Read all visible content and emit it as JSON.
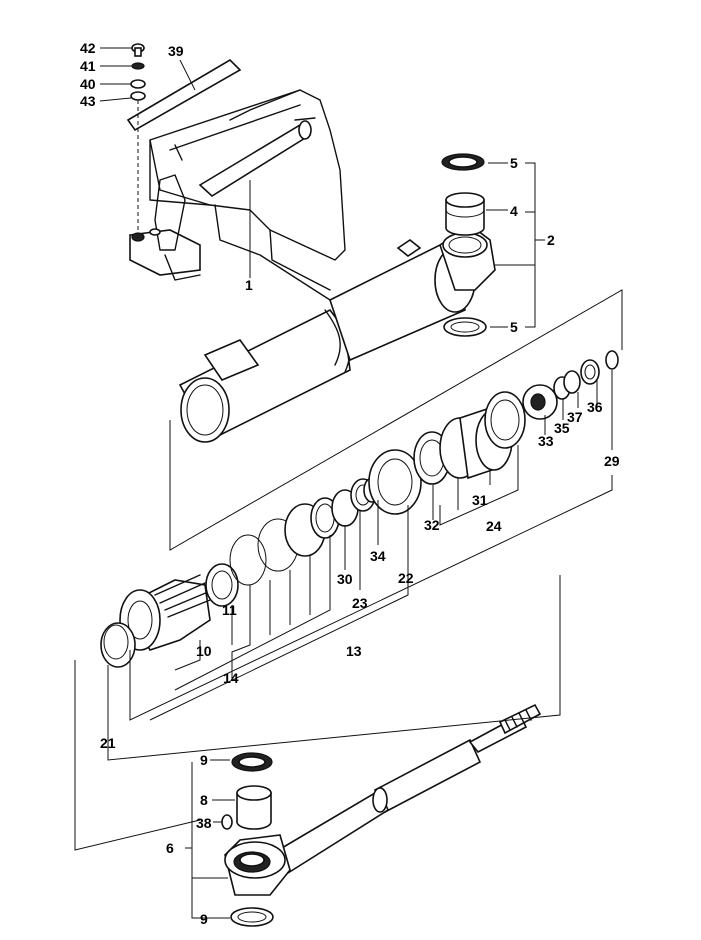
{
  "labels": {
    "p42": "42",
    "p41": "41",
    "p40": "40",
    "p43": "43",
    "p39": "39",
    "p1": "1",
    "p5a": "5",
    "p4": "4",
    "p2": "2",
    "p5b": "5",
    "p36": "36",
    "p37": "37",
    "p35": "35",
    "p33": "33",
    "p29": "29",
    "p31": "31",
    "p32": "32",
    "p24": "24",
    "p34": "34",
    "p22": "22",
    "p30": "30",
    "p23": "23",
    "p11": "11",
    "p10": "10",
    "p13": "13",
    "p14": "14",
    "p21": "21",
    "p9a": "9",
    "p8": "8",
    "p38": "38",
    "p6": "6",
    "p9b": "9"
  }
}
